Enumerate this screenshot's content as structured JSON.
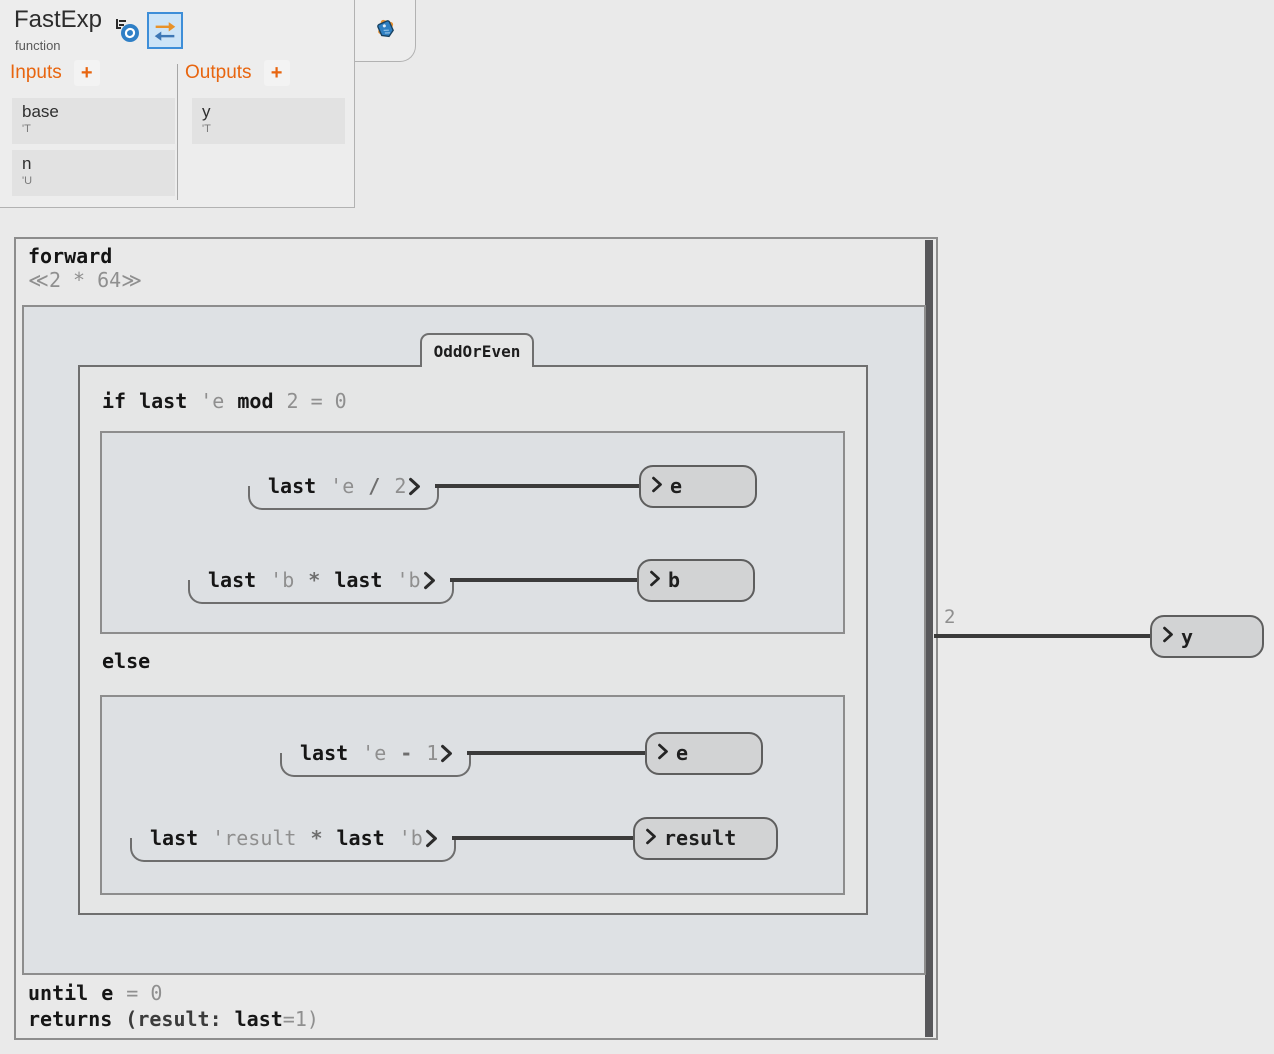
{
  "signature": {
    "title": "FastExp",
    "kind": "function",
    "inputs": {
      "label": "Inputs",
      "add_label": "+",
      "items": [
        {
          "name": "base",
          "type": "'T"
        },
        {
          "name": "n",
          "type": "'U"
        }
      ]
    },
    "outputs": {
      "label": "Outputs",
      "add_label": "+",
      "items": [
        {
          "name": "y",
          "type": "'T"
        }
      ]
    }
  },
  "toolbar_icons": {
    "sync": "function-sync-icon",
    "swap": "input-output-swap-icon",
    "tag": "tag-icon",
    "chevron": "chevron-right-icon"
  },
  "loop": {
    "name": "forward",
    "annotation": "≪2 * 64≫",
    "group_tab": "OddOrEven",
    "if_line": {
      "kw_if": "if",
      "kw_last": "last",
      "var": "'e",
      "kw_mod": "mod",
      "cond": "2 = 0"
    },
    "else_label": "else",
    "if_rows": [
      {
        "tokens": [
          "last",
          "'e",
          "/",
          "2"
        ],
        "target": "e"
      },
      {
        "tokens": [
          "last",
          "'b",
          "*",
          "last",
          "'b"
        ],
        "target": "b"
      }
    ],
    "else_rows": [
      {
        "tokens": [
          "last",
          "'e",
          "-",
          "1"
        ],
        "target": "e"
      },
      {
        "tokens": [
          "last",
          "'result",
          "*",
          "last",
          "'b"
        ],
        "target": "result"
      }
    ],
    "until_line": {
      "kw": "until",
      "var": "e",
      "rest": "= 0"
    },
    "returns_line": {
      "kw": "returns",
      "open": "(result:",
      "kw_last": "last",
      "rest": "=1)"
    }
  },
  "output": {
    "wire_label": "2",
    "target": "y"
  },
  "colors": {
    "accent_orange": "#e8650f",
    "selection_blue": "#3e8ed8",
    "selection_bg": "#cde4f7",
    "wire": "#3b3b3b",
    "pill_bg": "#d2d3d4",
    "body_bg": "#dee1e4",
    "group_bg": "#e5e6e6"
  }
}
